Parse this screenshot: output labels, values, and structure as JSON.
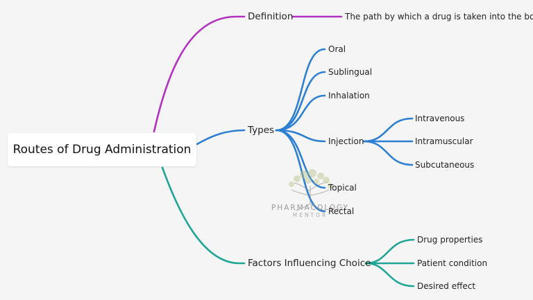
{
  "colors": {
    "definition_branch": "#b430c2",
    "types_branch": "#2d7fd3",
    "factors_branch": "#1ea596",
    "background": "#f5f5f5"
  },
  "root": {
    "label": "Routes of Drug Administration"
  },
  "definition": {
    "label": "Definition",
    "detail": "The path by which a drug is taken into the body"
  },
  "types": {
    "label": "Types",
    "items": [
      "Oral",
      "Sublingual",
      "Inhalation",
      "Injection",
      "Topical",
      "Rectal"
    ],
    "injection_subtypes": [
      "Intravenous",
      "Intramuscular",
      "Subcutaneous"
    ]
  },
  "factors": {
    "label": "Factors Influencing Choice",
    "items": [
      "Drug properties",
      "Patient condition",
      "Desired effect"
    ]
  },
  "watermark": {
    "icon": "tree-logo",
    "brand": "PHARMACOLOGY",
    "sub": "MENTOR"
  }
}
